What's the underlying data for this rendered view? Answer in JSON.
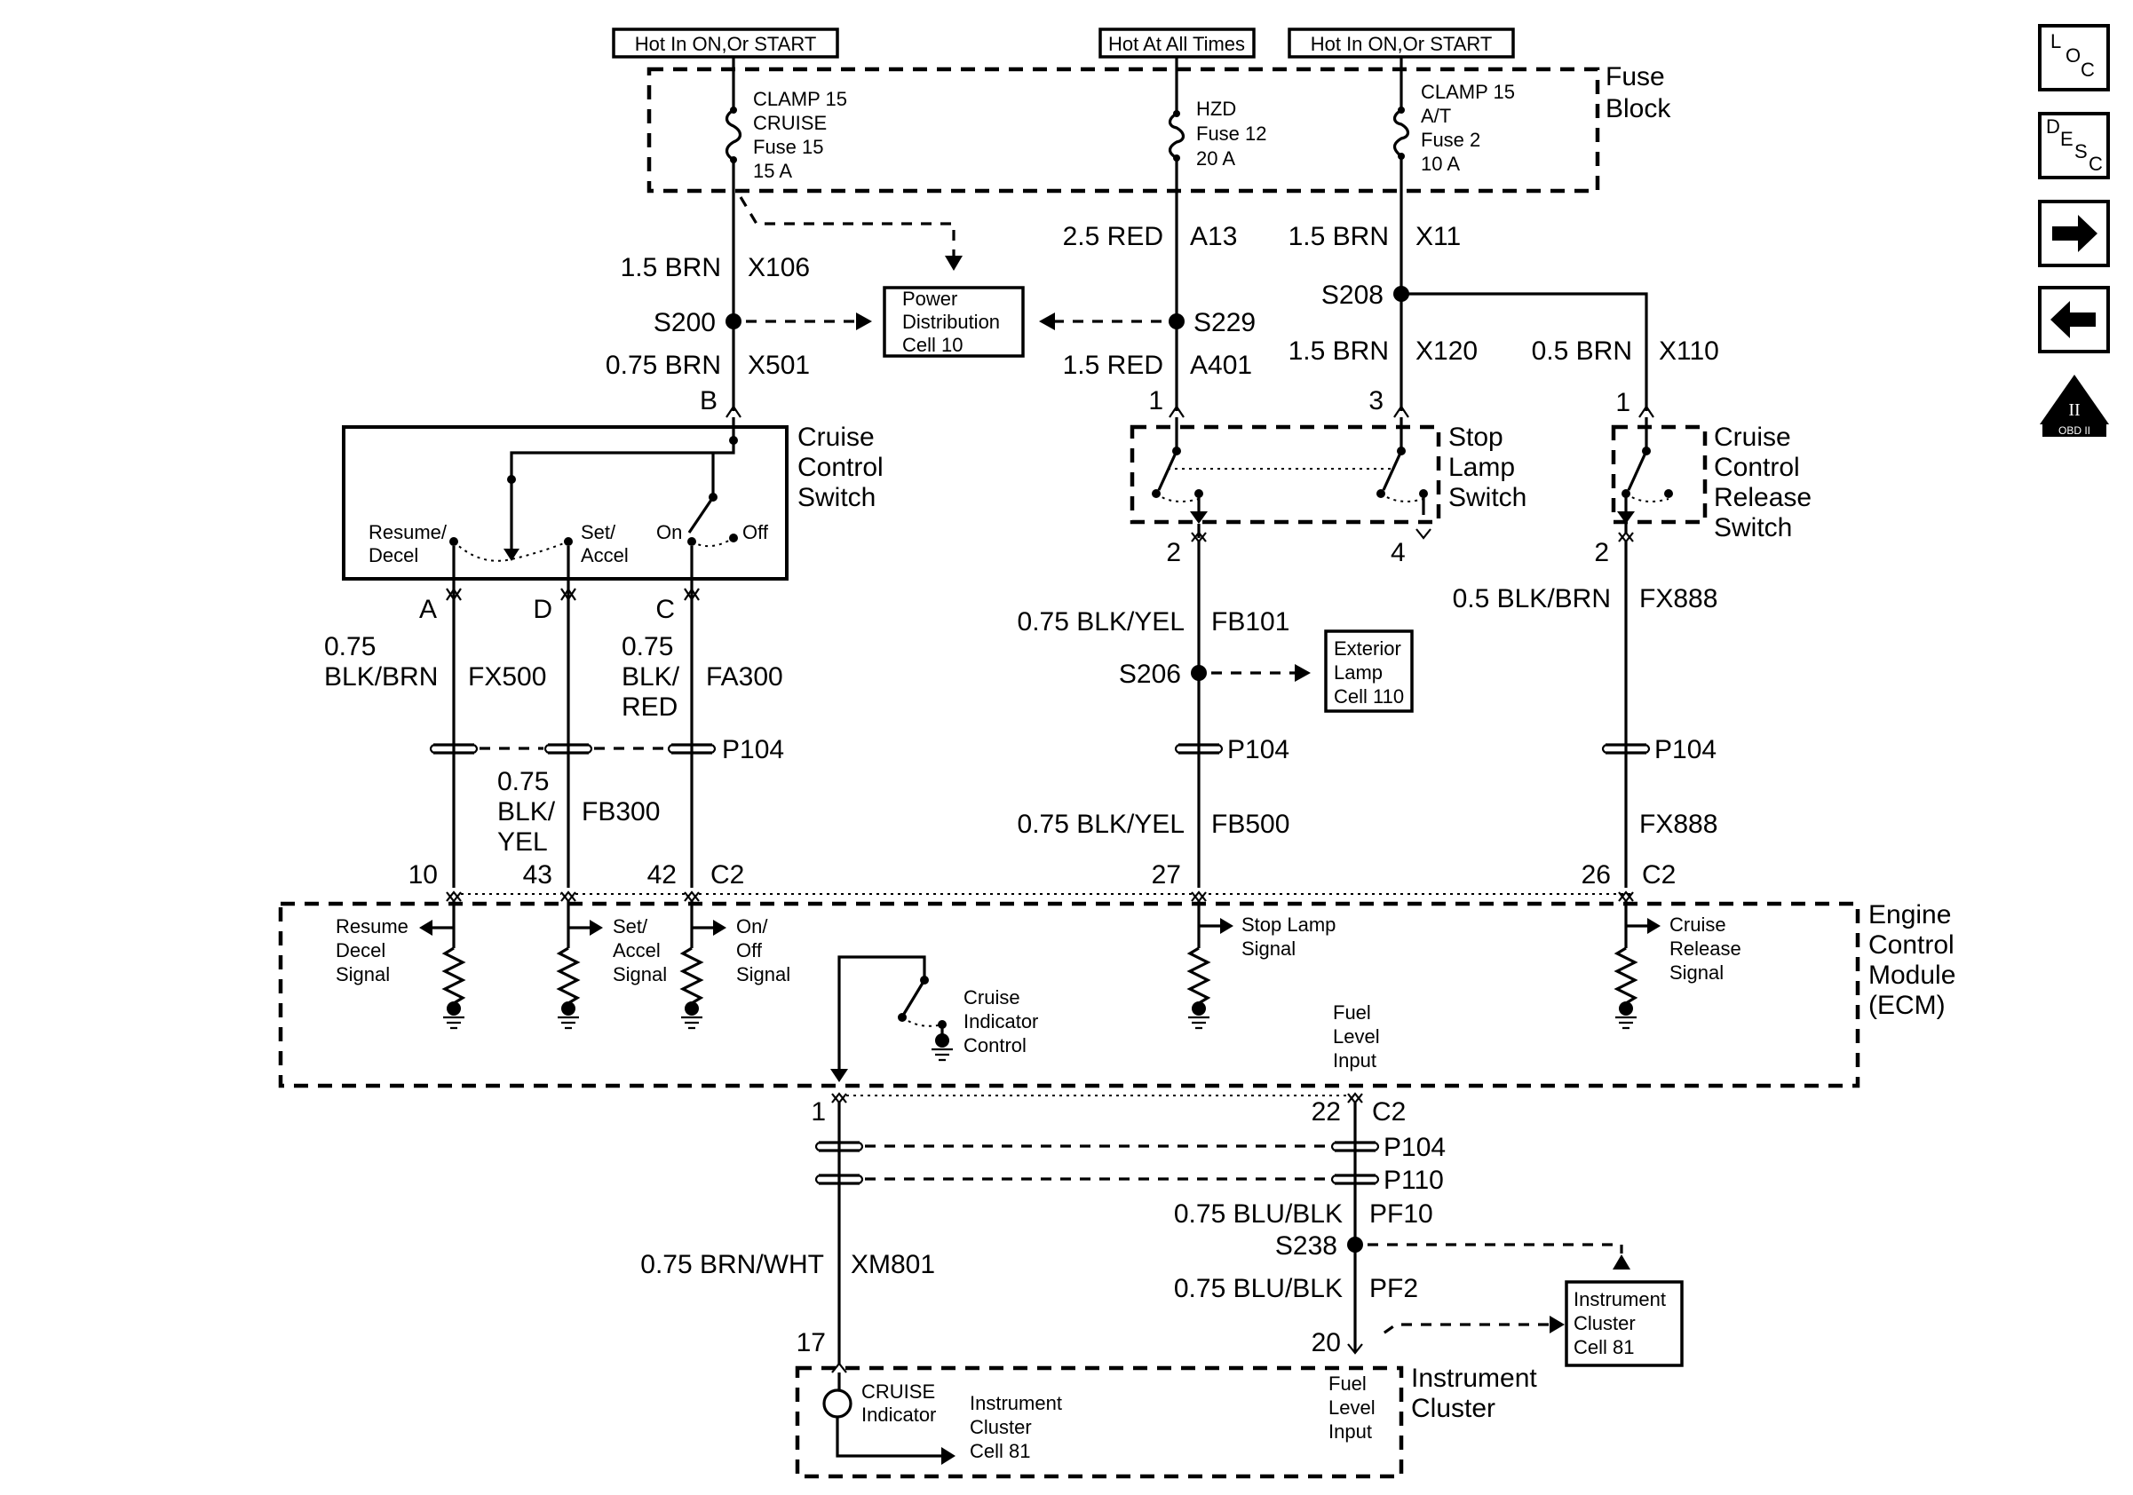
{
  "sources": {
    "left": "Hot In ON,Or START",
    "middle": "Hot At All Times",
    "right": "Hot In ON,Or START"
  },
  "fuse_block": {
    "title_line1": "Fuse",
    "title_line2": "Block",
    "fuse15": [
      "CLAMP 15",
      "CRUISE",
      "Fuse 15",
      "15 A"
    ],
    "fuse12": [
      "HZD",
      "Fuse 12",
      "20 A"
    ],
    "fuse2": [
      "CLAMP 15",
      "A/T",
      "Fuse 2",
      "10 A"
    ]
  },
  "wires": {
    "w_x106": {
      "gauge": "1.5 BRN",
      "circuit": "X106"
    },
    "w_x501": {
      "gauge": "0.75 BRN",
      "circuit": "X501"
    },
    "w_a13": {
      "gauge": "2.5 RED",
      "circuit": "A13"
    },
    "w_a401": {
      "gauge": "1.5 RED",
      "circuit": "A401"
    },
    "w_x11": {
      "gauge": "1.5 BRN",
      "circuit": "X11"
    },
    "w_x120": {
      "gauge": "1.5 BRN",
      "circuit": "X120"
    },
    "w_x110": {
      "gauge": "0.5 BRN",
      "circuit": "X110"
    },
    "w_fx500": {
      "gauge": [
        "0.75",
        "BLK/BRN"
      ],
      "circuit": "FX500"
    },
    "w_fa300": {
      "gauge": [
        "0.75",
        "BLK/",
        "RED"
      ],
      "circuit": "FA300"
    },
    "w_fb300": {
      "gauge": [
        "0.75",
        "BLK/",
        "YEL"
      ],
      "circuit": "FB300"
    },
    "w_fb101": {
      "gauge": "0.75 BLK/YEL",
      "circuit": "FB101"
    },
    "w_fb500": {
      "gauge": "0.75 BLK/YEL",
      "circuit": "FB500"
    },
    "w_fx888_top": {
      "gauge": "0.5 BLK/BRN",
      "circuit": "FX888"
    },
    "w_fx888_bot": {
      "circuit": "FX888"
    },
    "w_pf10": {
      "gauge": "0.75 BLU/BLK",
      "circuit": "PF10"
    },
    "w_pf2": {
      "gauge": "0.75 BLU/BLK",
      "circuit": "PF2"
    },
    "w_xm801": {
      "gauge": "0.75 BRN/WHT",
      "circuit": "XM801"
    }
  },
  "splices": {
    "s200": "S200",
    "s229": "S229",
    "s208": "S208",
    "s206": "S206",
    "s238": "S238"
  },
  "connectors": {
    "p104": "P104",
    "p110": "P110",
    "c2": "C2"
  },
  "pins": {
    "b": "B",
    "one": "1",
    "three": "3",
    "two": "2",
    "four": "4",
    "a": "A",
    "d": "D",
    "c": "C",
    "p10": "10",
    "p43": "43",
    "p42": "42",
    "p27": "27",
    "p26": "26",
    "p1": "1",
    "p22": "22",
    "p17": "17",
    "p20": "20"
  },
  "refs": {
    "power_dist": [
      "Power",
      "Distribution",
      "Cell 10"
    ],
    "exterior_lamp": [
      "Exterior",
      "Lamp",
      "Cell 110"
    ],
    "instrument_cluster_ref": [
      "Instrument",
      "Cluster",
      "Cell 81"
    ]
  },
  "components": {
    "cruise_switch": [
      "Cruise",
      "Control",
      "Switch"
    ],
    "stop_lamp_switch": [
      "Stop",
      "Lamp",
      "Switch"
    ],
    "release_switch": [
      "Cruise",
      "Control",
      "Release",
      "Switch"
    ],
    "ecm": [
      "Engine",
      "Control",
      "Module",
      "(ECM)"
    ],
    "cluster": [
      "Instrument",
      "Cluster"
    ]
  },
  "switch_labels": {
    "resume": [
      "Resume/",
      "Decel"
    ],
    "set": [
      "Set/",
      "Accel"
    ],
    "on": "On",
    "off": "Off"
  },
  "ecm_labels": {
    "resume_sig": [
      "Resume",
      "Decel",
      "Signal"
    ],
    "set_sig": [
      "Set/",
      "Accel",
      "Signal"
    ],
    "onoff_sig": [
      "On/",
      "Off",
      "Signal"
    ],
    "stoplamp_sig": [
      "Stop Lamp",
      "Signal"
    ],
    "release_sig": [
      "Cruise",
      "Release",
      "Signal"
    ],
    "indicator_ctrl": [
      "Cruise",
      "Indicator",
      "Control"
    ],
    "fuel_input": [
      "Fuel",
      "Level",
      "Input"
    ]
  },
  "cluster_labels": {
    "cruise_ind": [
      "CRUISE",
      "Indicator"
    ],
    "cell": [
      "Instrument",
      "Cluster",
      "Cell 81"
    ],
    "fuel": [
      "Fuel",
      "Level",
      "Input"
    ]
  },
  "nav": {
    "loc": [
      "L",
      "O",
      "C"
    ],
    "desc": [
      "D",
      "E",
      "S",
      "C"
    ],
    "obd": "OBD II",
    "obd_roman": "II"
  }
}
